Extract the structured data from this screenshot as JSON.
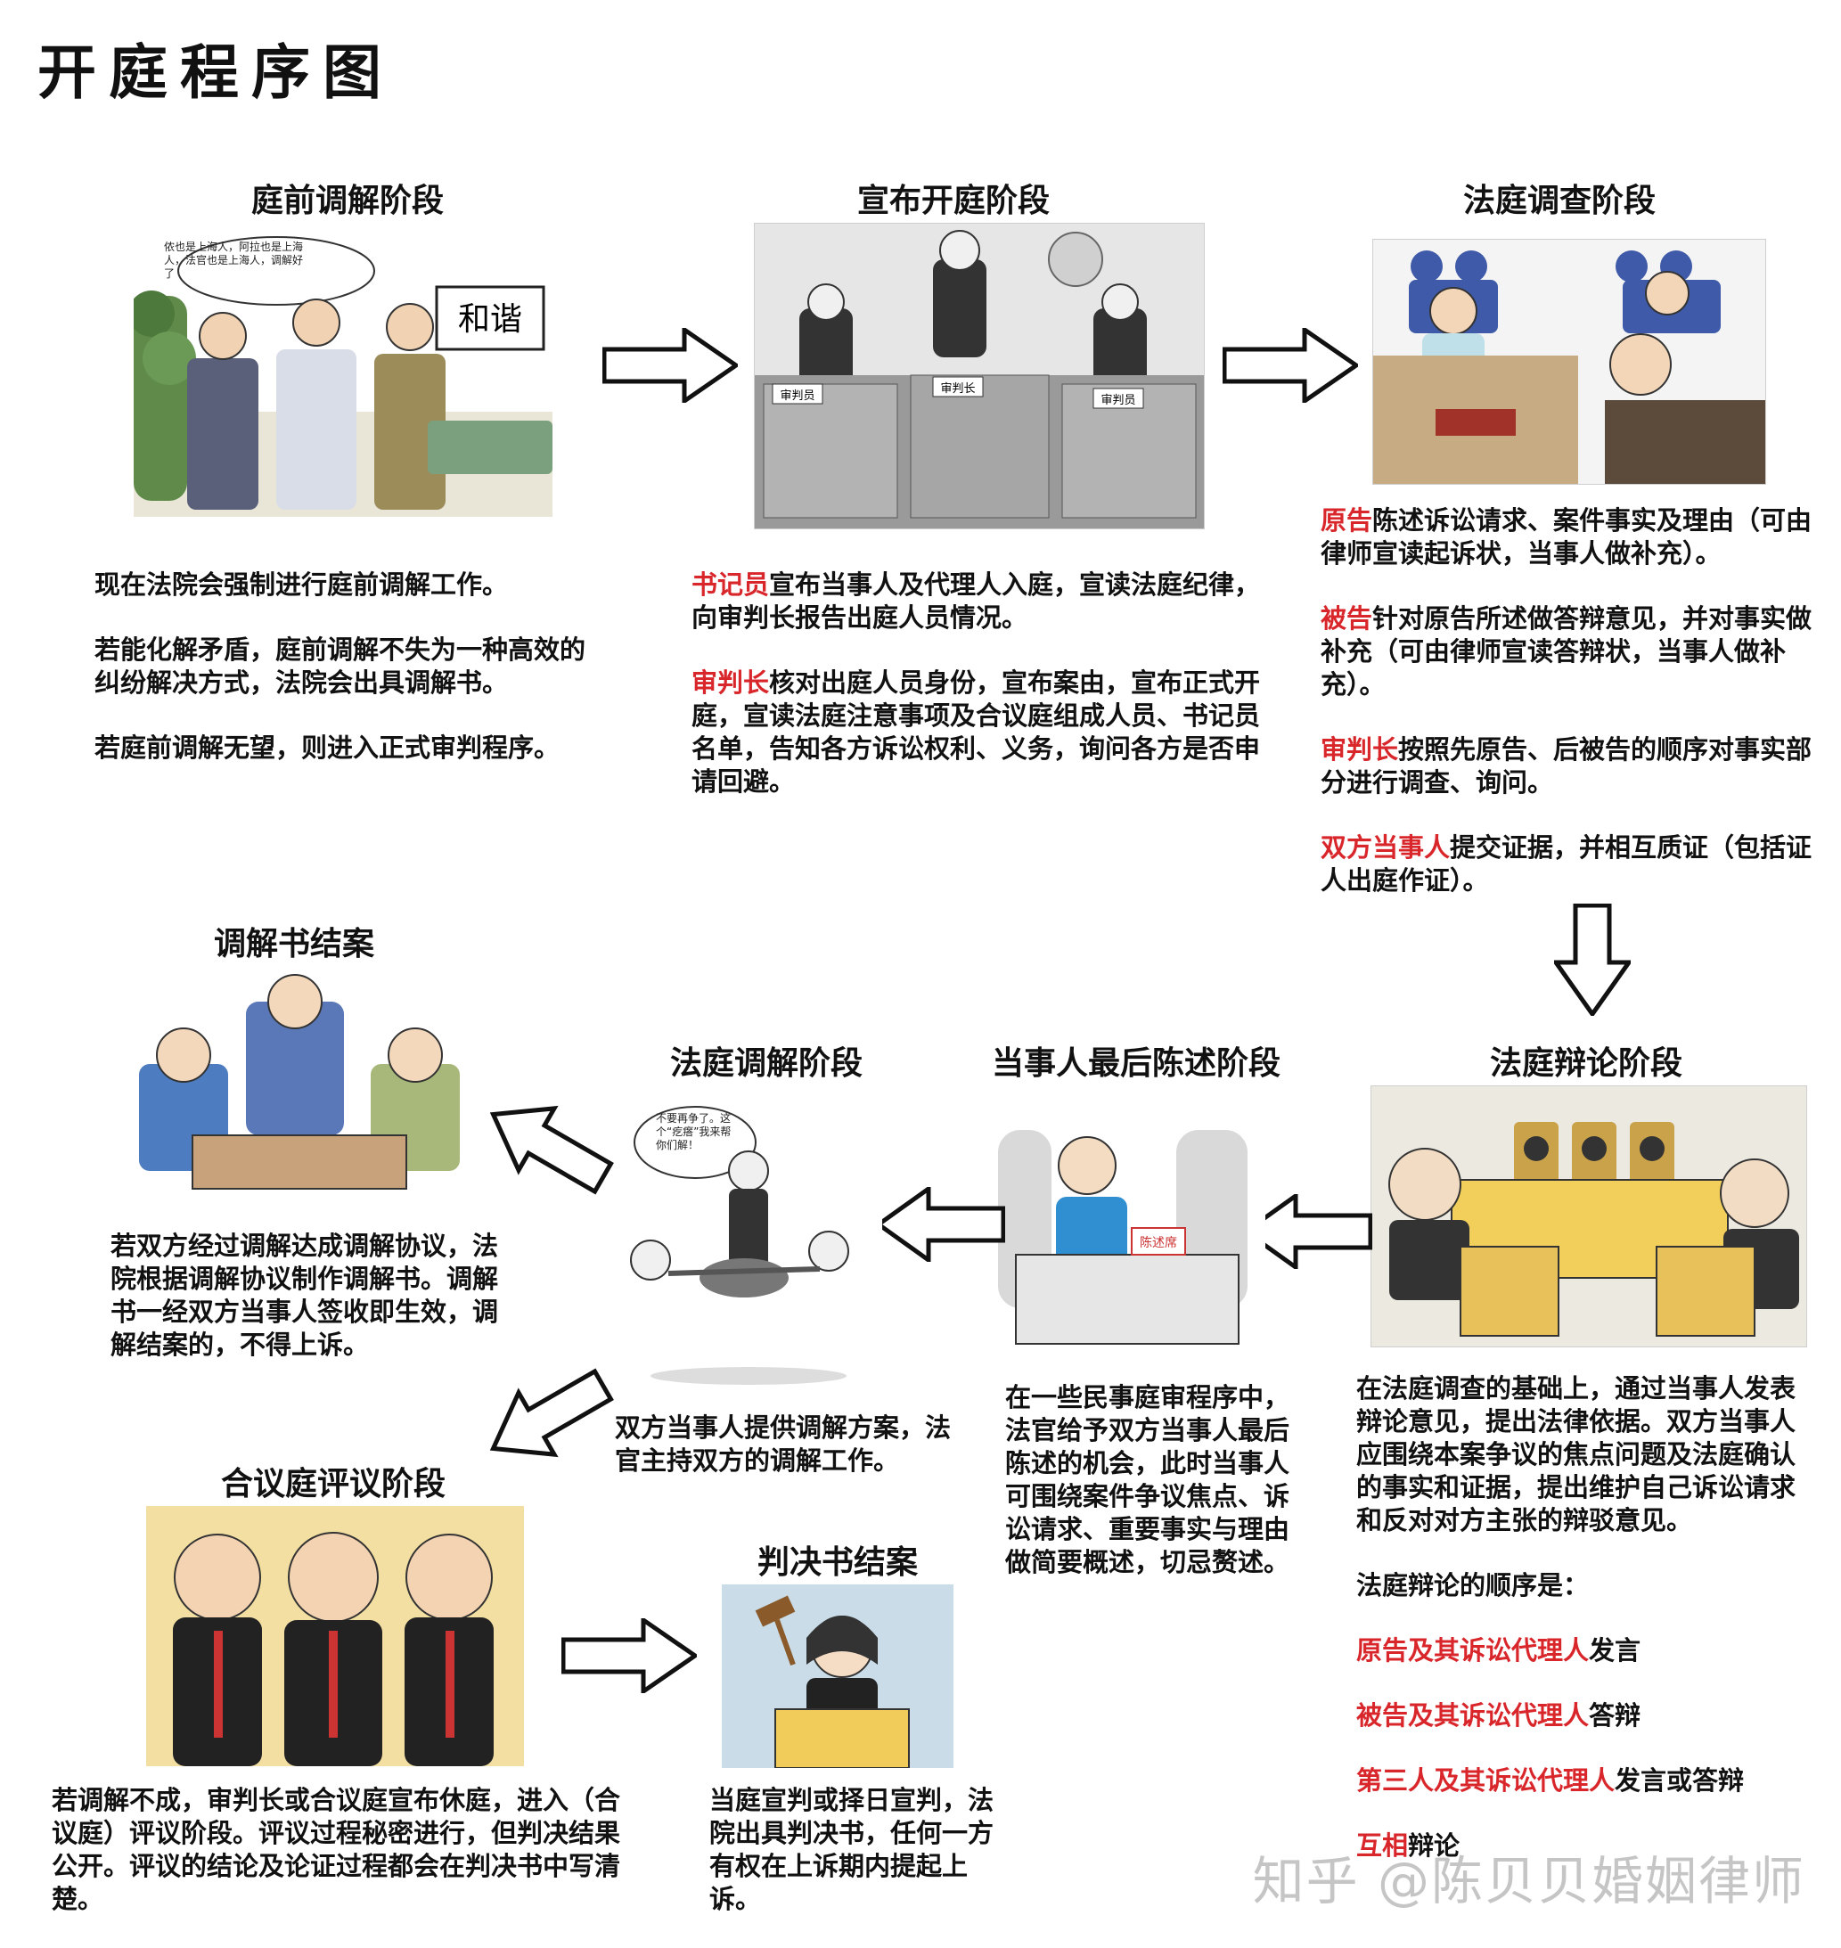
{
  "title": "开庭程序图",
  "watermark": "知乎 @陈贝贝婚姻律师",
  "stages": {
    "pretrial_mediation": {
      "title": "庭前调解阶段",
      "bubble": "侬也是上海人，阿拉也是上海人，法官也是上海人，调解好了",
      "sign": "和谐",
      "paragraphs": [
        "现在法院会强制进行庭前调解工作。",
        "若能化解矛盾，庭前调解不失为一种高效的纠纷解决方式，法院会出具调解书。",
        "若庭前调解无望，则进入正式审判程序。"
      ]
    },
    "open_court": {
      "title": "宣布开庭阶段",
      "labels": [
        "审判员",
        "审判长",
        "审判员"
      ],
      "p1_red": "书记员",
      "p1_rest": "宣布当事人及代理人入庭，宣读法庭纪律，向审判长报告出庭人员情况。",
      "p2_red": "审判长",
      "p2_rest": "核对出庭人员身份，宣布案由，宣布正式开庭，宣读法庭注意事项及合议庭组成人员、书记员名单，告知各方诉讼权利、义务，询问各方是否申请回避。"
    },
    "investigation": {
      "title": "法庭调查阶段",
      "items": [
        {
          "red": "原告",
          "rest": "陈述诉讼请求、案件事实及理由（可由律师宣读起诉状，当事人做补充）。"
        },
        {
          "red": "被告",
          "rest": "针对原告所述做答辩意见，并对事实做补充（可由律师宣读答辩状，当事人做补充）。"
        },
        {
          "red": "审判长",
          "rest": "按照先原告、后被告的顺序对事实部分进行调查、询问。"
        },
        {
          "red": "双方当事人",
          "rest": "提交证据，并相互质证（包括证人出庭作证）。"
        }
      ]
    },
    "debate": {
      "title": "法庭辩论阶段",
      "intro": "在法庭调查的基础上，通过当事人发表辩论意见，提出法律依据。双方当事人应围绕本案争议的焦点问题及法庭确认的事实和证据，提出维护自己诉讼请求和反对对方主张的辩驳意见。",
      "order_label": "法庭辩论的顺序是：",
      "order": [
        {
          "red": "原告及其诉讼代理人",
          "rest": "发言"
        },
        {
          "red": "被告及其诉讼代理人",
          "rest": "答辩"
        },
        {
          "red": "第三人及其诉讼代理人",
          "rest": "发言或答辩"
        },
        {
          "red": "互相",
          "rest": "辩论"
        }
      ]
    },
    "final_statement": {
      "title": "当事人最后陈述阶段",
      "sign": "陈述席",
      "text": "在一些民事庭审程序中，法官给予双方当事人最后陈述的机会，此时当事人可围绕案件争议焦点、诉讼请求、重要事实与理由做简要概述，切忌赘述。"
    },
    "court_mediation": {
      "title": "法庭调解阶段",
      "bubble": "不要再争了。这个“疙瘩”我来帮你们解！",
      "text": "双方当事人提供调解方案，法官主持双方的调解工作。"
    },
    "mediation_close": {
      "title": "调解书结案",
      "text": "若双方经过调解达成调解协议，法院根据调解协议制作调解书。调解书一经双方当事人签收即生效，调解结案的，不得上诉。"
    },
    "deliberation": {
      "title": "合议庭评议阶段",
      "text": "若调解不成，审判长或合议庭宣布休庭，进入（合议庭）评议阶段。评议过程秘密进行，但判决结果公开。评议的结论及论证过程都会在判决书中写清楚。"
    },
    "judgment_close": {
      "title": "判决书结案",
      "text": "当庭宣判或择日宣判，法院出具判决书，任何一方有权在上诉期内提起上诉。"
    }
  },
  "colors": {
    "accent_red": "#d8262b",
    "text": "#111111",
    "arrow_fill": "#ffffff",
    "arrow_stroke": "#111111"
  }
}
